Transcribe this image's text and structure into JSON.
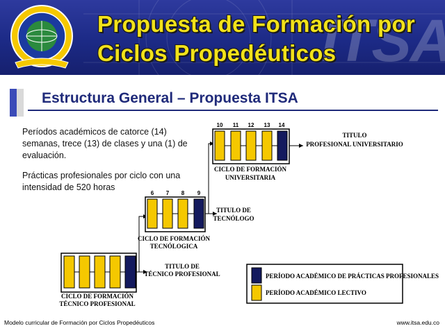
{
  "header": {
    "title_line1": "Propuesta de Formación por",
    "title_line2": "Ciclos Propedéuticos",
    "watermark": "ITSA"
  },
  "section": {
    "title": "Estructura General  – Propuesta ITSA"
  },
  "description": {
    "p1": "Períodos académicos de catorce (14) semanas, trece (13) de clases y una (1) de evaluación.",
    "p2": "Prácticas profesionales por ciclo con una intensidad de 520 horas"
  },
  "colors": {
    "lectivo": "#f5c800",
    "practicas": "#141a5e",
    "banner": "#1c2a86",
    "title": "#f2e21a"
  },
  "cycles": {
    "tecnico": {
      "label_line1": "CICLO DE FORMACIÓN",
      "label_line2": "TÉCNICO PROFESIONAL",
      "title_line1": "TITULO DE",
      "title_line2": "TÉCNICO PROFESIONAL"
    },
    "tecnologo": {
      "numbers": [
        "6",
        "7",
        "8",
        "9"
      ],
      "label_line1": "CICLO DE FORMACIÓN",
      "label_line2": "TECNÓLOGICA",
      "title_line1": "TITULO DE",
      "title_line2": "TECNÓLOGO"
    },
    "universitario": {
      "numbers": [
        "10",
        "11",
        "12",
        "13",
        "14"
      ],
      "label_line1": "CICLO DE FORMACIÓN",
      "label_line2": "UNIVERSITARIA",
      "title_line1": "TITULO",
      "title_line2": "PROFESIONAL UNIVERSITARIO"
    }
  },
  "legend": {
    "practicas": "PERÍODO ACADÉMICO DE PRÁCTICAS PROFESIONALES",
    "lectivo": "PERÍODO ACADÉMICO LECTIVO"
  },
  "footer": {
    "left": "Modelo curricular de Formación por Ciclos Propedéuticos",
    "right": "www.itsa.edu.co"
  }
}
